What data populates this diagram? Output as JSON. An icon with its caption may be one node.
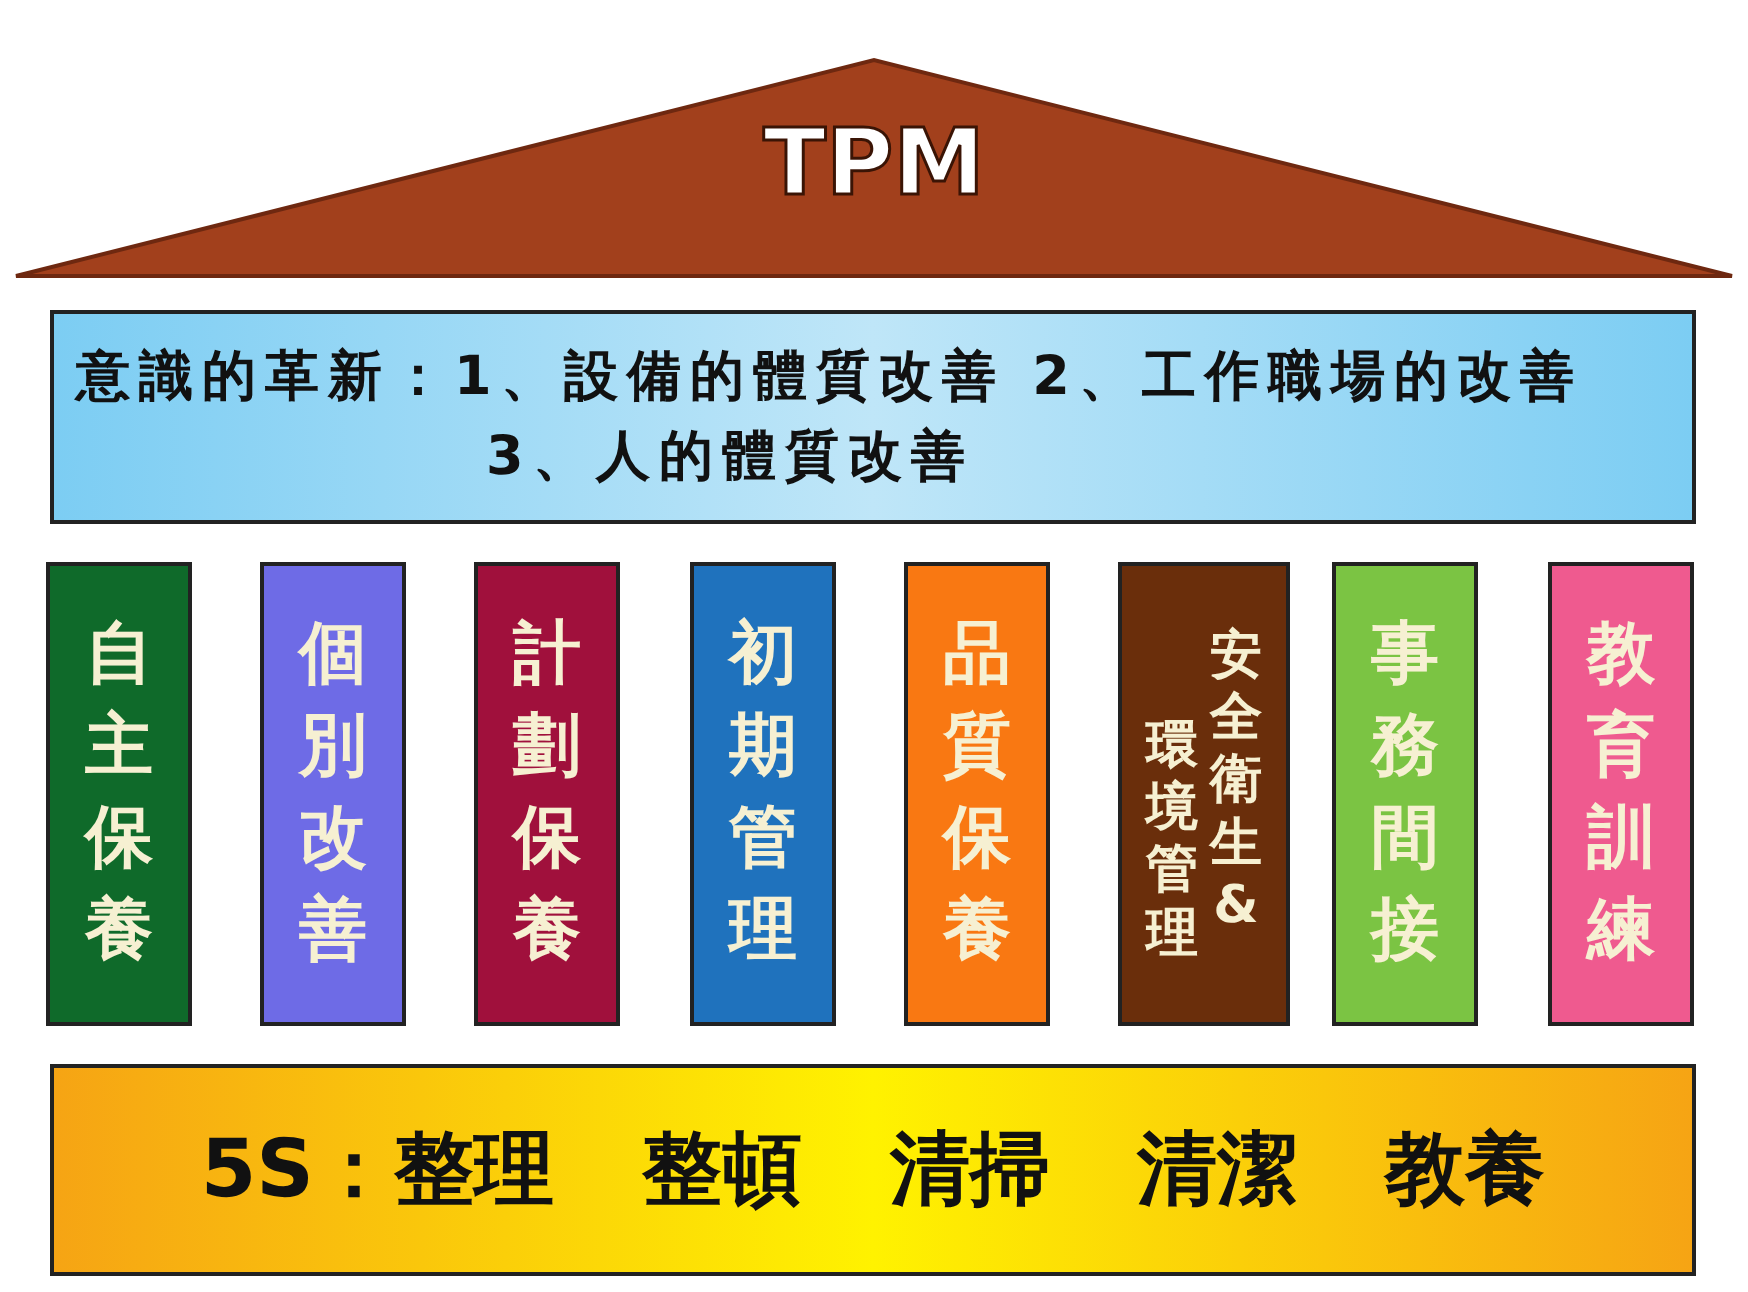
{
  "diagram": {
    "nodes": [
      {
        "text": [
          "TPM"
        ]
      },
      {
        "text": [
          "意識的革新：1、設備的體質改善 2、工作職場的改善 3、人的體質改善"
        ]
      },
      {
        "text": [
          "自主保養"
        ]
      },
      {
        "text": [
          "個別改善"
        ]
      },
      {
        "text": [
          "計劃保養"
        ]
      },
      {
        "text": [
          "初期管理"
        ]
      },
      {
        "text": [
          "品質保養"
        ]
      },
      {
        "text": [
          "環境管理",
          "安全衛生&"
        ]
      },
      {
        "text": [
          "事務間接"
        ]
      },
      {
        "text": [
          "教育訓練"
        ]
      },
      {
        "text": [
          "5S：整理 整頓 清掃 清潔 教養"
        ]
      }
    ]
  }
}
